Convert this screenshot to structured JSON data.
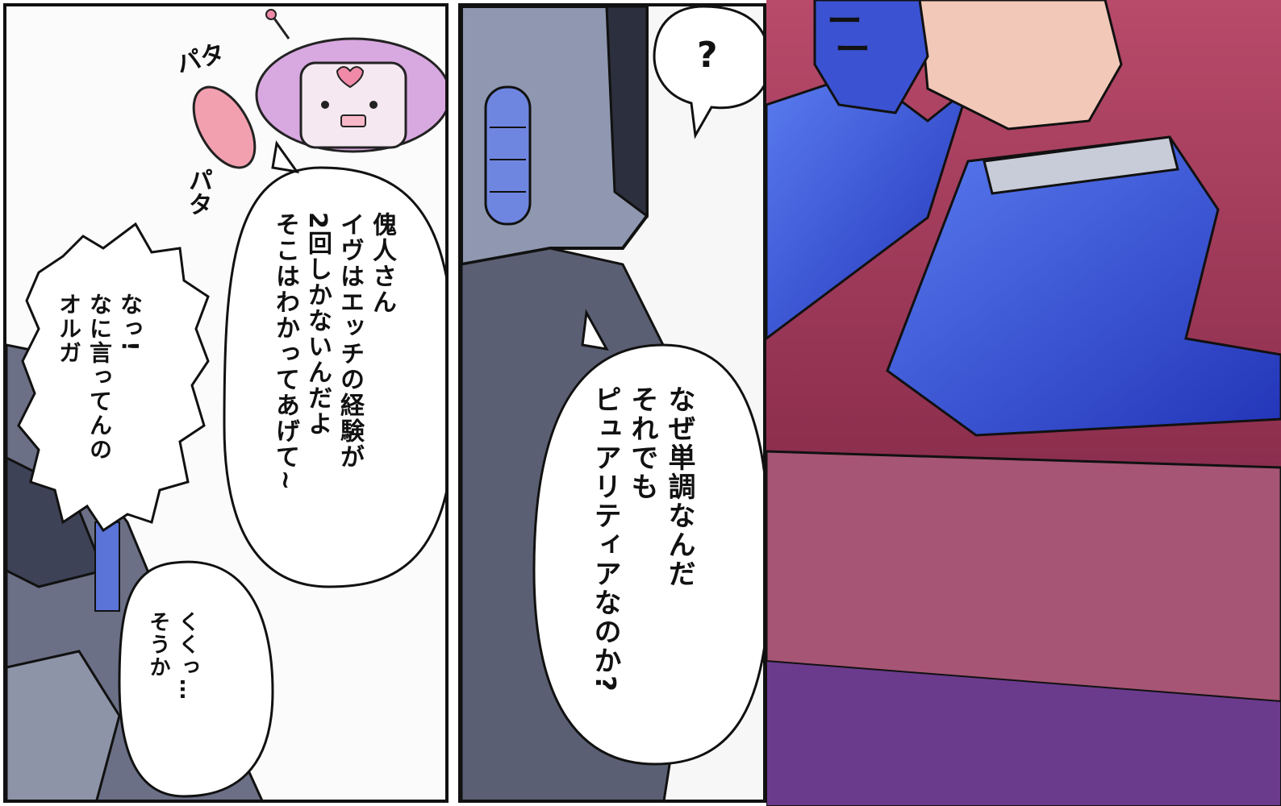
{
  "panel1": {
    "sfx_top": "パタ",
    "sfx_left": "パタ",
    "bubble_a": [
      "傀人さん",
      "イヴはエッチの経験が",
      "2回しかないんだよ",
      "そこはわかってあげて~"
    ],
    "bubble_b": [
      "なっ!",
      "なに言ってんの",
      "オルガ"
    ],
    "bubble_c": [
      "くくっ…",
      "そうか"
    ]
  },
  "panel2": {
    "bubble_q": "?",
    "bubble_main": [
      "なぜ単調なんだ",
      "それでも",
      "ピュアリティアなのか?"
    ]
  },
  "panel3": {
    "sfx_dash": "ー"
  },
  "colors": {
    "suit_blue": "#3a52d8",
    "bed_red": "#9b3550",
    "robot_gray": "#8a93ab"
  }
}
